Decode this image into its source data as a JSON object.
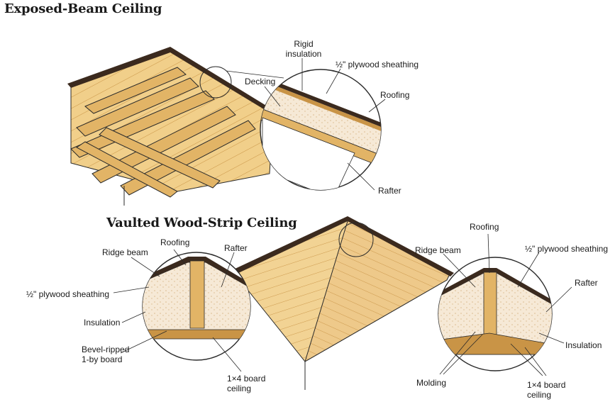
{
  "titles": {
    "exposed_beam": "Exposed-Beam Ceiling",
    "vaulted": "Vaulted Wood-Strip Ceiling"
  },
  "labels": {
    "rigid_insulation_1": "Rigid",
    "rigid_insulation_2": "insulation",
    "plywood_top": "½\" plywood sheathing",
    "decking": "Decking",
    "roofing_top": "Roofing",
    "rafter_top": "Rafter",
    "ridge_beam_left": "Ridge beam",
    "roofing_left": "Roofing",
    "rafter_left": "Rafter",
    "plywood_left": "½\" plywood sheathing",
    "insulation_left": "Insulation",
    "bevel_1": "Bevel-ripped",
    "bevel_2": "1-by board",
    "board_left_1": "1×4 board",
    "board_left_2": "ceiling",
    "roofing_right": "Roofing",
    "ridge_beam_right": "Ridge beam",
    "plywood_right": "½\" plywood sheathing",
    "rafter_right": "Rafter",
    "insulation_right": "Insulation",
    "molding": "Molding",
    "board_right_1": "1×4 board",
    "board_right_2": "ceiling"
  },
  "colors": {
    "wood_light": "#f1cf8a",
    "wood_mid": "#e2b466",
    "wood_dark": "#c99446",
    "roof_dark": "#3b2a1e",
    "insulation": "#f6e9d6",
    "line": "#2a2a2a"
  }
}
